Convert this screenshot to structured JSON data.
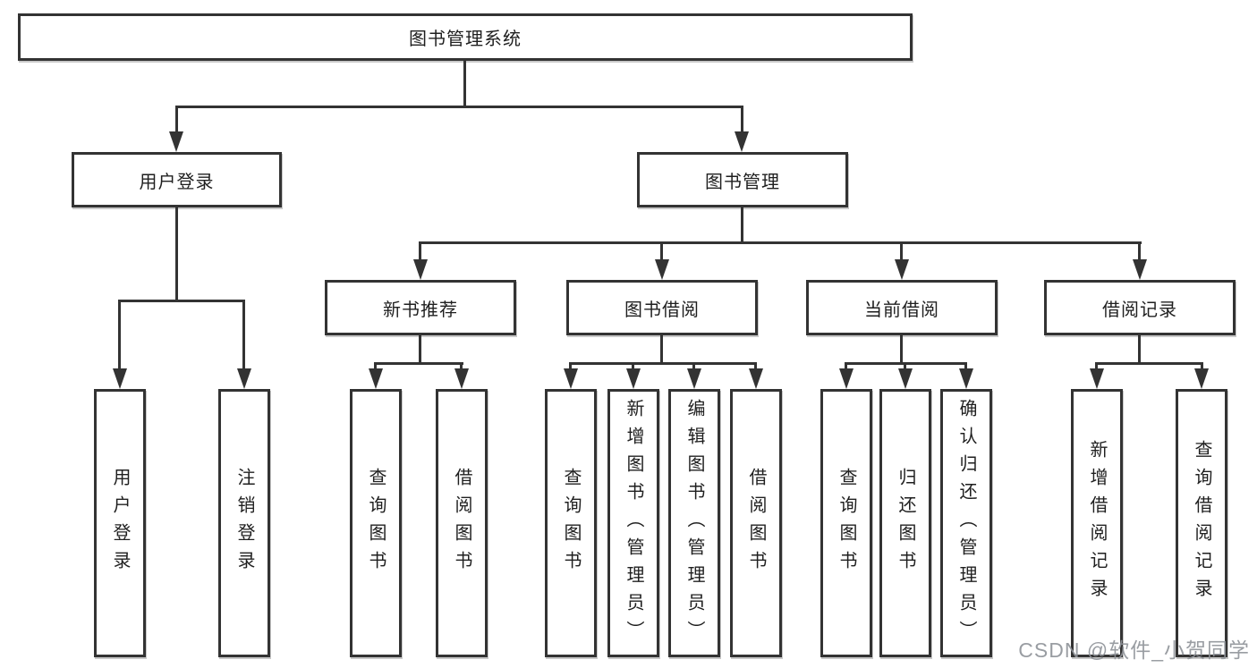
{
  "colors": {
    "line": "#333333",
    "text": "#1f1f1f",
    "watermark": "#8f9399",
    "background": "#ffffff"
  },
  "watermark": {
    "text": "CSDN @软件_小贺同学"
  },
  "tree": {
    "root": "图书管理系统",
    "children": [
      {
        "label": "用户登录",
        "children": [
          {
            "label": "用户登录"
          },
          {
            "label": "注销登录"
          }
        ]
      },
      {
        "label": "图书管理",
        "children": [
          {
            "label": "新书推荐",
            "children": [
              {
                "label": "查询图书"
              },
              {
                "label": "借阅图书"
              }
            ]
          },
          {
            "label": "图书借阅",
            "children": [
              {
                "label": "查询图书"
              },
              {
                "label": "新增图书（管理员）"
              },
              {
                "label": "编辑图书（管理员）"
              },
              {
                "label": "借阅图书"
              }
            ]
          },
          {
            "label": "当前借阅",
            "children": [
              {
                "label": "查询图书"
              },
              {
                "label": "归还图书"
              },
              {
                "label": "确认归还（管理员）"
              }
            ]
          },
          {
            "label": "借阅记录",
            "children": [
              {
                "label": "新增借阅记录"
              },
              {
                "label": "查询借阅记录"
              }
            ]
          }
        ]
      }
    ]
  }
}
